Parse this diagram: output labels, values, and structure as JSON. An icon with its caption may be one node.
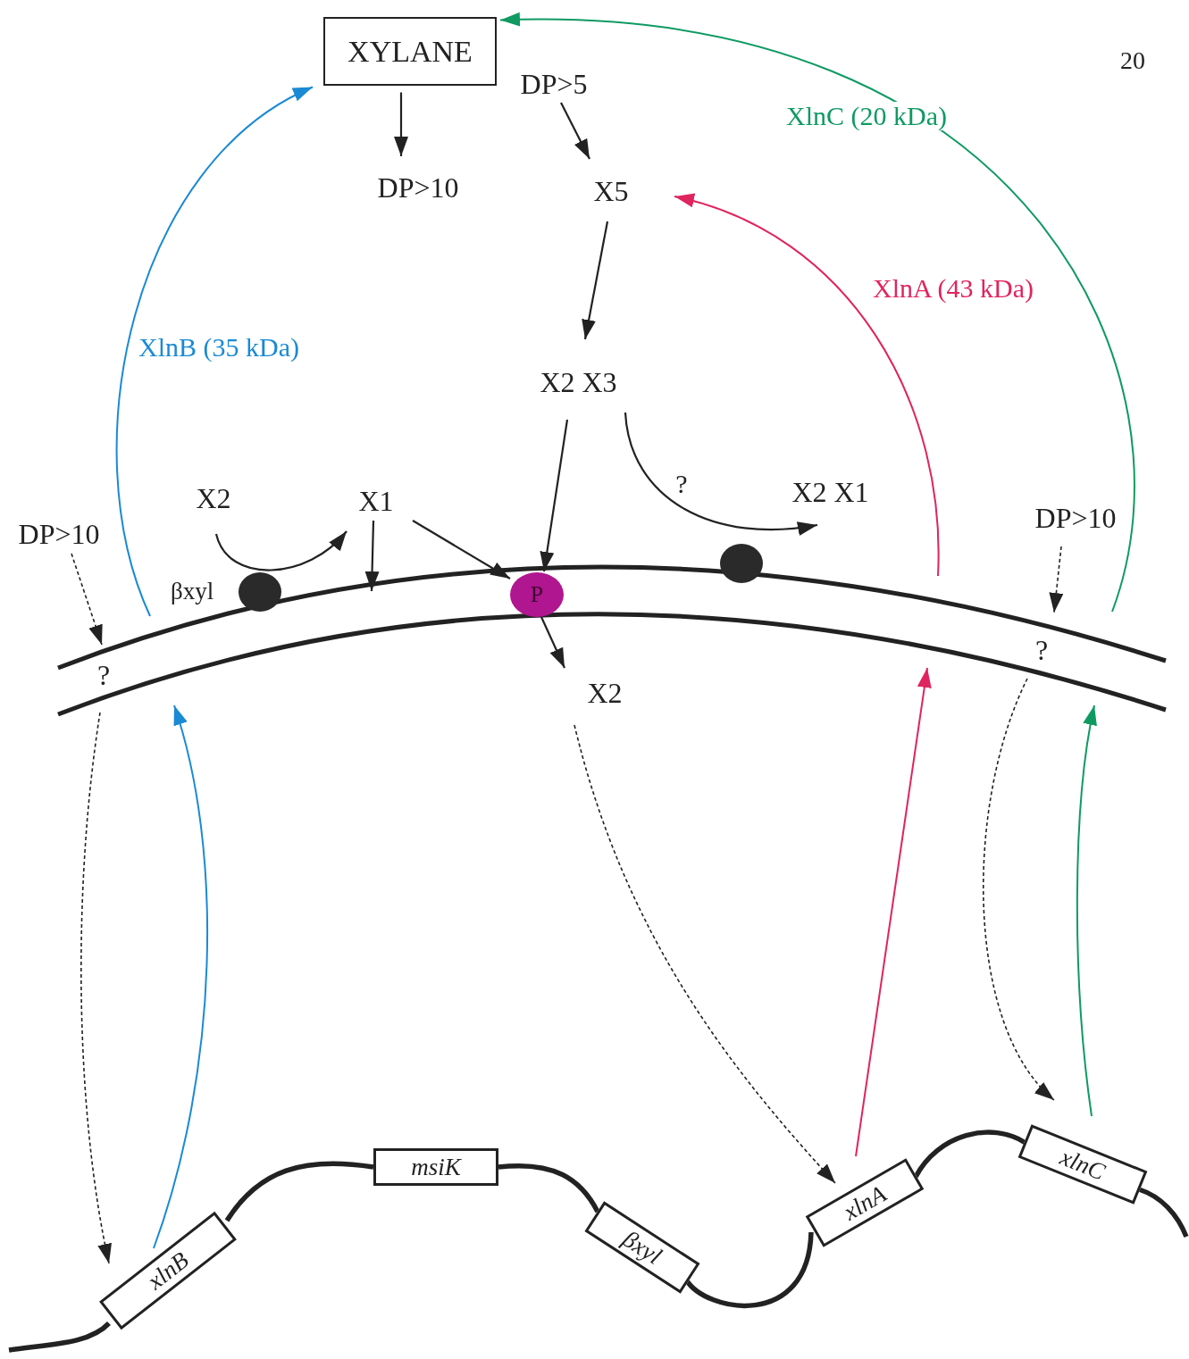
{
  "diagram": {
    "nodes": [
      {
        "text": [
          "XYLANE"
        ]
      },
      {
        "text": [
          "DP>5"
        ]
      },
      {
        "text": [
          "DP>10"
        ]
      },
      {
        "text": [
          "X5"
        ]
      },
      {
        "text": [
          "X2 X3"
        ]
      },
      {
        "text": [
          "X2"
        ]
      },
      {
        "text": [
          "X1"
        ]
      },
      {
        "text": [],
        "shape": "circle",
        "beside": [
          "βxyl"
        ]
      },
      {
        "text": [
          "P"
        ]
      },
      {
        "text": [],
        "shape": "circle"
      },
      {
        "text": [
          "X2 X1"
        ]
      },
      {
        "text": [
          "DP>10"
        ]
      },
      {
        "text": [
          "DP>10"
        ]
      },
      {
        "text": [
          "?"
        ]
      },
      {
        "text": [
          "?"
        ]
      },
      {
        "text": [
          "X2"
        ]
      },
      {
        "text": [
          "xlnB"
        ]
      },
      {
        "text": [
          "msiK"
        ]
      },
      {
        "text": [
          "βxyl"
        ]
      },
      {
        "text": [
          "xlnA"
        ]
      },
      {
        "text": [
          "xlnC"
        ]
      }
    ],
    "edges": [
      {
        "from": 0,
        "to": 2,
        "arrow": "to"
      },
      {
        "from": 1,
        "to": 3,
        "arrow": "to"
      },
      {
        "from": 3,
        "to": 4,
        "arrow": "to"
      },
      {
        "from": 4,
        "to": 8,
        "arrow": "to"
      },
      {
        "from": 6,
        "to": 8,
        "arrow": "to"
      },
      {
        "from": 6,
        "to": null,
        "arrow": "to"
      },
      {
        "from": 5,
        "to": 6,
        "arrow": "to"
      },
      {
        "from": 4,
        "to": 10,
        "arrow": "to",
        "label": "?"
      },
      {
        "from": 8,
        "to": 15,
        "arrow": "to"
      },
      {
        "from": 11,
        "to": 13,
        "arrow": "to",
        "style": "dashed"
      },
      {
        "from": 13,
        "to": 16,
        "arrow": "to",
        "style": "dashed"
      },
      {
        "from": 12,
        "to": 14,
        "arrow": "to",
        "style": "dashed"
      },
      {
        "from": 14,
        "to": 20,
        "arrow": "to",
        "style": "dashed"
      },
      {
        "from": 15,
        "to": 19,
        "arrow": "to",
        "style": "dashed"
      },
      {
        "from": 16,
        "to": null,
        "arrow": "to",
        "color": "#1a8ad4"
      },
      {
        "from": null,
        "to": 0,
        "arrow": "to",
        "color": "#1a8ad4",
        "label": "XlnB (35 kDa)"
      },
      {
        "from": 19,
        "to": null,
        "arrow": "to",
        "color": "#e0245e"
      },
      {
        "from": null,
        "to": 3,
        "arrow": "to",
        "color": "#e0245e",
        "label": "XlnA (43 kDa)"
      },
      {
        "from": 20,
        "to": null,
        "arrow": "to",
        "color": "#0f9a62"
      },
      {
        "from": null,
        "to": 0,
        "arrow": "to",
        "color": "#0f9a62",
        "label": "XlnC (20 kDa)"
      },
      {
        "from": null,
        "to": 16,
        "arrow": "none",
        "style": "thick"
      },
      {
        "from": 16,
        "to": 17,
        "arrow": "none",
        "style": "thick"
      },
      {
        "from": 17,
        "to": 18,
        "arrow": "none",
        "style": "thick"
      },
      {
        "from": 18,
        "to": 19,
        "arrow": "none",
        "style": "thick"
      },
      {
        "from": 19,
        "to": 20,
        "arrow": "none",
        "style": "thick"
      },
      {
        "from": 20,
        "to": null,
        "arrow": "none",
        "style": "thick"
      }
    ],
    "labels": [
      "20"
    ]
  }
}
